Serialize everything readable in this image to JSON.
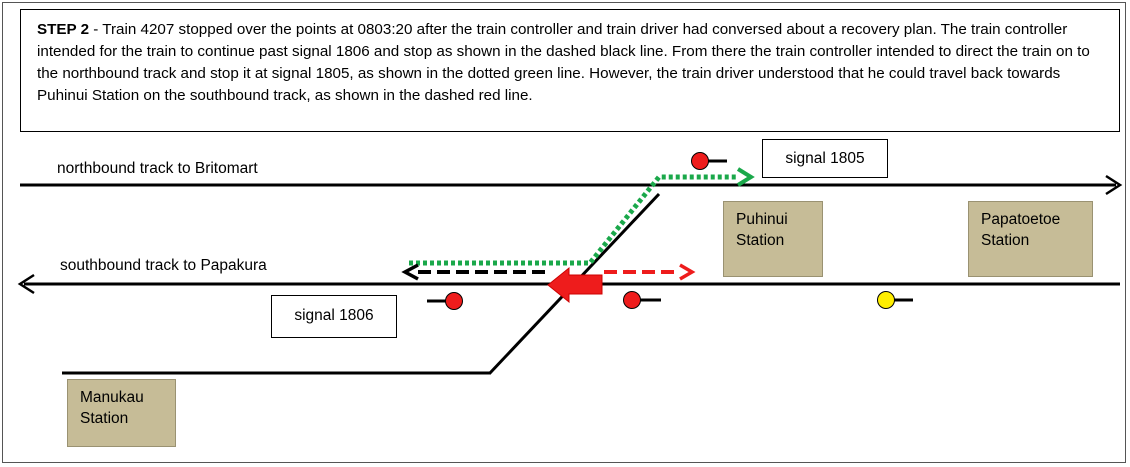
{
  "caption": {
    "step": "STEP 2",
    "text": " - Train 4207 stopped over the points at 0803:20 after the train controller and train driver had conversed about a recovery plan. The train controller intended for the train to continue past signal 1806 and stop as shown in the dashed black line.  From there the train controller intended to direct the train on to the northbound track and stop it at signal 1805, as shown in the dotted green line.  However, the train driver understood that he could travel back towards Puhinui Station on the southbound track, as shown in the dashed red line."
  },
  "tracks": {
    "northbound": "northbound track to Britomart",
    "southbound": "southbound track to Papakura"
  },
  "signals": {
    "s1805": "signal 1805",
    "s1806": "signal 1806"
  },
  "stations": {
    "puhinui": {
      "line1": "Puhinui",
      "line2": "Station"
    },
    "papatoetoe": {
      "line1": "Papatoetoe",
      "line2": "Station"
    },
    "manukau": {
      "line1": "Manukau",
      "line2": "Station"
    }
  },
  "colors": {
    "signal_red": "#ee1c1c",
    "signal_yellow": "#ffee00",
    "path_green": "#1aa84a",
    "path_red": "#ee1c1c",
    "path_black": "#000000",
    "train": "#ee1c1c",
    "station_fill": "#c6bc97"
  }
}
